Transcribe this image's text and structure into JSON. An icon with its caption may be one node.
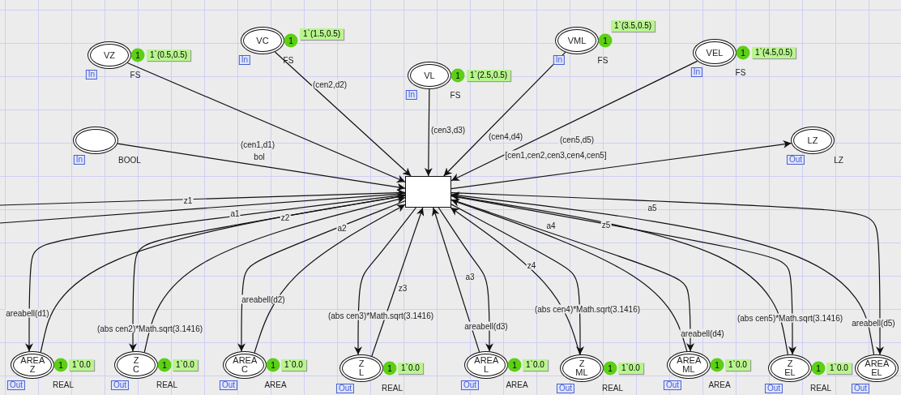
{
  "diagram": {
    "nodes": [
      {
        "text": [
          "VZ"
        ],
        "beside": [
          "In",
          "FS",
          "1",
          "1`(0.5,0.5)"
        ]
      },
      {
        "text": [
          "VC"
        ],
        "beside": [
          "In",
          "FS",
          "1",
          "1`(1.5,0.5)"
        ]
      },
      {
        "text": [
          "VL"
        ],
        "beside": [
          "In",
          "FS",
          "1",
          "1`(2.5,0.5)"
        ]
      },
      {
        "text": [
          "VML"
        ],
        "beside": [
          "In",
          "FS",
          "1",
          "1`(3.5,0.5)"
        ]
      },
      {
        "text": [
          "VEL"
        ],
        "beside": [
          "In",
          "FS",
          "1",
          "1`(4.5,0.5)"
        ]
      },
      {
        "text": [],
        "shape": "ellipse",
        "beside": [
          "In",
          "BOOL"
        ]
      },
      {
        "text": [
          "LZ"
        ],
        "beside": [
          "Out",
          "LZ"
        ]
      },
      {
        "text": [],
        "shape": "box"
      },
      {
        "text": [
          "AREA Z"
        ],
        "beside": [
          "Out",
          "REAL",
          "1",
          "1`0.0"
        ]
      },
      {
        "text": [
          "Z C"
        ],
        "beside": [
          "Out",
          "REAL",
          "1",
          "1`0.0"
        ]
      },
      {
        "text": [
          "AREA C"
        ],
        "beside": [
          "Out",
          "AREA",
          "1",
          "1`0.0"
        ]
      },
      {
        "text": [
          "Z L"
        ],
        "beside": [
          "Out",
          "REAL",
          "1",
          "1`0.0"
        ]
      },
      {
        "text": [
          "AREA L"
        ],
        "beside": [
          "Out",
          "AREA",
          "1",
          "1`0.0"
        ]
      },
      {
        "text": [
          "Z ML"
        ],
        "beside": [
          "Out",
          "REAL",
          "1",
          "1`0.0"
        ]
      },
      {
        "text": [
          "AREA ML"
        ],
        "beside": [
          "Out",
          "AREA",
          "1",
          "1`0.0"
        ]
      },
      {
        "text": [
          "Z EL"
        ],
        "beside": [
          "Out",
          "REAL",
          "1",
          "1`0.0"
        ]
      },
      {
        "text": [
          "AREA EL"
        ],
        "beside": [
          "Out"
        ]
      }
    ],
    "edges": [
      {
        "from": 0,
        "to": 7,
        "arrow": "to",
        "label": "(cen1,d1)"
      },
      {
        "from": 1,
        "to": 7,
        "arrow": "to",
        "label": "(cen2,d2)"
      },
      {
        "from": 2,
        "to": 7,
        "arrow": "to",
        "label": "(cen3,d3)"
      },
      {
        "from": 3,
        "to": 7,
        "arrow": "to",
        "label": "(cen4,d4)"
      },
      {
        "from": 4,
        "to": 7,
        "arrow": "to",
        "label": "(cen5,d5)"
      },
      {
        "from": 5,
        "to": 7,
        "arrow": "to",
        "label": "bol"
      },
      {
        "from": 7,
        "to": 6,
        "arrow": "to",
        "label": "[cen1,cen2,cen3,cen4,cen5]"
      },
      {
        "from": null,
        "to": 7,
        "arrow": "to",
        "label": "z1"
      },
      {
        "from": 7,
        "to": null,
        "arrow": "none"
      },
      {
        "from": 7,
        "to": 8,
        "arrow": "to",
        "label": "areabell(d1)"
      },
      {
        "from": 8,
        "to": 7,
        "arrow": "to",
        "label": "a1"
      },
      {
        "from": 7,
        "to": 9,
        "arrow": "to",
        "label": "(abs cen2)*Math.sqrt(3.1416)"
      },
      {
        "from": 9,
        "to": 7,
        "arrow": "to",
        "label": "z2"
      },
      {
        "from": 7,
        "to": 10,
        "arrow": "to",
        "label": "areabell(d2)"
      },
      {
        "from": 10,
        "to": 7,
        "arrow": "to",
        "label": "a2"
      },
      {
        "from": 7,
        "to": 11,
        "arrow": "to",
        "label": "(abs cen3)*Math.sqrt(3.1416)"
      },
      {
        "from": 11,
        "to": 7,
        "arrow": "to",
        "label": "z3"
      },
      {
        "from": 7,
        "to": 12,
        "arrow": "to",
        "label": "areabell(d3)"
      },
      {
        "from": 12,
        "to": 7,
        "arrow": "to",
        "label": "a3"
      },
      {
        "from": 7,
        "to": 13,
        "arrow": "to",
        "label": "(abs cen4)*Math.sqrt(3.1416)"
      },
      {
        "from": 13,
        "to": 7,
        "arrow": "to",
        "label": "z4"
      },
      {
        "from": 7,
        "to": 14,
        "arrow": "to",
        "label": "areabell(d4)"
      },
      {
        "from": 14,
        "to": 7,
        "arrow": "to",
        "label": "a4"
      },
      {
        "from": 7,
        "to": 15,
        "arrow": "to",
        "label": "(abs cen5)*Math.sqrt(3.1416)"
      },
      {
        "from": 15,
        "to": 7,
        "arrow": "to",
        "label": "z5"
      },
      {
        "from": 7,
        "to": 16,
        "arrow": "to",
        "label": "areabell(d5)"
      },
      {
        "from": 16,
        "to": 7,
        "arrow": "to",
        "label": "a5"
      }
    ]
  }
}
